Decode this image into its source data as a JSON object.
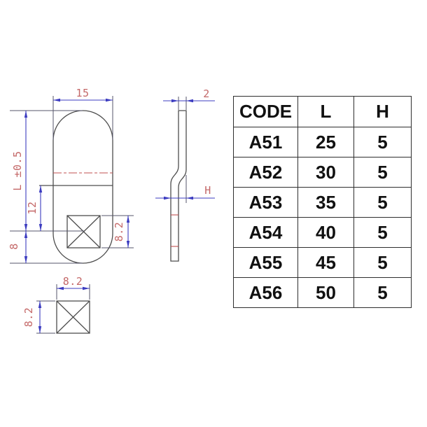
{
  "colors": {
    "dimension_line": "#3c3cc0",
    "dimension_text": "#c46868",
    "outline": "#4d4d4d",
    "center_line": "#c05050",
    "table_border": "#2e2e2e",
    "table_text": "#111111"
  },
  "drawing": {
    "front_view": {
      "width_dim": "15",
      "length_dim": "L ±0.5",
      "step_dim": "12",
      "bottom_dim": "8",
      "hole_dim": "8.2"
    },
    "side_view": {
      "thickness_dim": "2",
      "offset_dim": "H"
    },
    "detail_view": {
      "width_dim": "8.2",
      "height_dim": "8.2"
    }
  },
  "table": {
    "headers": [
      "CODE",
      "L",
      "H"
    ],
    "rows": [
      [
        "A51",
        "25",
        "5"
      ],
      [
        "A52",
        "30",
        "5"
      ],
      [
        "A53",
        "35",
        "5"
      ],
      [
        "A54",
        "40",
        "5"
      ],
      [
        "A55",
        "45",
        "5"
      ],
      [
        "A56",
        "50",
        "5"
      ]
    ]
  }
}
